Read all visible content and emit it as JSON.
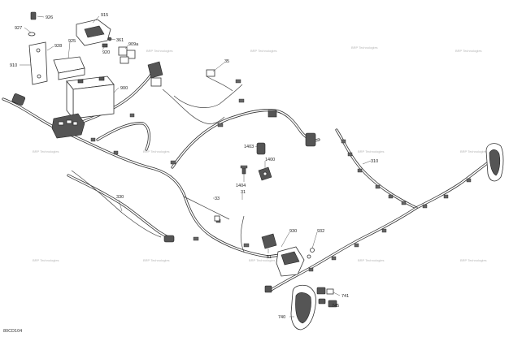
{
  "reference_code": "80CD104",
  "watermark_text": "BRP Technologies",
  "callouts": {
    "c926": "926",
    "c927": "927",
    "c915": "915",
    "c928": "928",
    "c925": "925",
    "c920": "920",
    "c361": "361",
    "c909a": "909a",
    "c910": "910",
    "c900": "900",
    "c35": "35",
    "c1403": "1403",
    "c1400": "1400",
    "c1404": "1404",
    "c31": "31",
    "c33": "33",
    "c330": "330",
    "c310": "310",
    "c930": "930",
    "c932": "932",
    "c51": "51",
    "c741": "741",
    "c745": "745",
    "c740": "740"
  }
}
